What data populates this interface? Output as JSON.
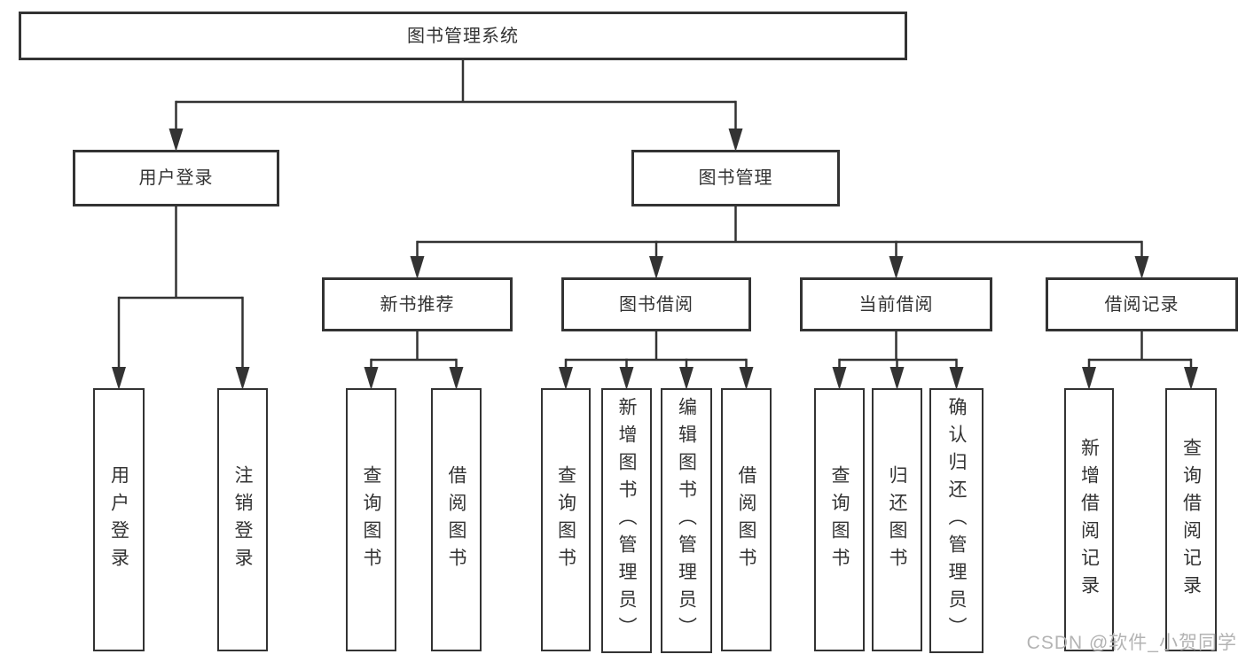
{
  "diagram": {
    "nodes": [
      {
        "id": "root",
        "label": "图书管理系统"
      },
      {
        "id": "user-login",
        "label": "用户登录"
      },
      {
        "id": "book-management",
        "label": "图书管理"
      },
      {
        "id": "new-book-recommend",
        "label": "新书推荐"
      },
      {
        "id": "book-borrow",
        "label": "图书借阅"
      },
      {
        "id": "current-borrow",
        "label": "当前借阅"
      },
      {
        "id": "borrow-records",
        "label": "借阅记录"
      },
      {
        "id": "leaf-user-login",
        "label": "用户登录"
      },
      {
        "id": "leaf-logout",
        "label": "注销登录"
      },
      {
        "id": "leaf-query-books-recommend",
        "label": "查询图书"
      },
      {
        "id": "leaf-borrow-books-recommend",
        "label": "借阅图书"
      },
      {
        "id": "leaf-query-books-borrow",
        "label": "查询图书"
      },
      {
        "id": "leaf-add-books",
        "label": "新增图书（管理员）"
      },
      {
        "id": "leaf-edit-books",
        "label": "编辑图书（管理员）"
      },
      {
        "id": "leaf-borrow-books-borrow",
        "label": "借阅图书"
      },
      {
        "id": "leaf-query-books-current",
        "label": "查询图书"
      },
      {
        "id": "leaf-return-books",
        "label": "归还图书"
      },
      {
        "id": "leaf-confirm-return",
        "label": "确认归还（管理员）"
      },
      {
        "id": "leaf-add-borrow-record",
        "label": "新增借阅记录"
      },
      {
        "id": "leaf-query-borrow-record",
        "label": "查询借阅记录"
      }
    ],
    "edges": [
      {
        "from": "root",
        "to": [
          "user-login",
          "book-management"
        ]
      },
      {
        "from": "user-login",
        "to": [
          "leaf-user-login",
          "leaf-logout"
        ]
      },
      {
        "from": "book-management",
        "to": [
          "new-book-recommend",
          "book-borrow",
          "current-borrow",
          "borrow-records"
        ]
      },
      {
        "from": "new-book-recommend",
        "to": [
          "leaf-query-books-recommend",
          "leaf-borrow-books-recommend"
        ]
      },
      {
        "from": "book-borrow",
        "to": [
          "leaf-query-books-borrow",
          "leaf-add-books",
          "leaf-edit-books",
          "leaf-borrow-books-borrow"
        ]
      },
      {
        "from": "current-borrow",
        "to": [
          "leaf-query-books-current",
          "leaf-return-books",
          "leaf-confirm-return"
        ]
      },
      {
        "from": "borrow-records",
        "to": [
          "leaf-add-borrow-record",
          "leaf-query-borrow-record"
        ]
      }
    ],
    "colors": {
      "line": "#333333",
      "border": "#333333",
      "text": "#333333",
      "background": "#ffffff",
      "watermark": "#b3b3b3"
    }
  },
  "watermark": {
    "text": "CSDN @软件_小贺同学"
  }
}
